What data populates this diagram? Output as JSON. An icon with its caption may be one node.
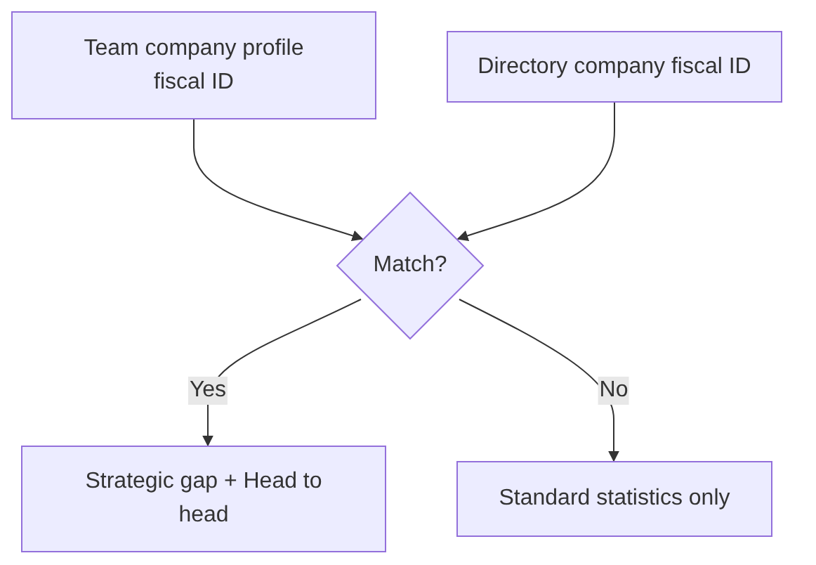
{
  "diagram": {
    "nodes": [
      {
        "text": [
          "Team company profile fiscal ID"
        ]
      },
      {
        "text": [
          "Directory company fiscal ID"
        ]
      },
      {
        "text": [
          "Match?"
        ]
      },
      {
        "text": [
          "Strategic gap + Head to head"
        ]
      },
      {
        "text": [
          "Standard statistics only"
        ]
      }
    ],
    "edges": [
      {
        "from": 0,
        "to": 2,
        "arrow": "to"
      },
      {
        "from": 1,
        "to": 2,
        "arrow": "to"
      },
      {
        "from": 2,
        "to": 3,
        "arrow": "to",
        "label": "Yes"
      },
      {
        "from": 2,
        "to": 4,
        "arrow": "to",
        "label": "No"
      }
    ]
  }
}
